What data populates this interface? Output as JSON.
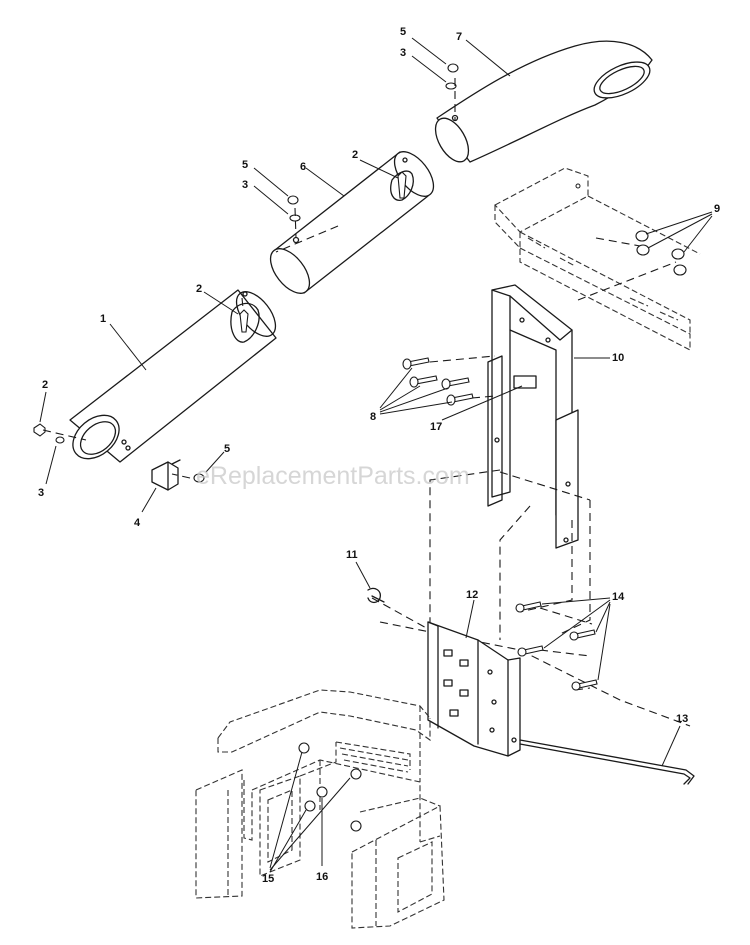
{
  "callouts": {
    "c1": "1",
    "c2": "2",
    "c3": "3",
    "c4": "4",
    "c5": "5",
    "c6": "6",
    "c7": "7",
    "c8": "8",
    "c9": "9",
    "c10": "10",
    "c11": "11",
    "c12": "12",
    "c13": "13",
    "c14": "14",
    "c15": "15",
    "c16": "16",
    "c17": "17"
  },
  "watermark": "eReplacementParts.com"
}
